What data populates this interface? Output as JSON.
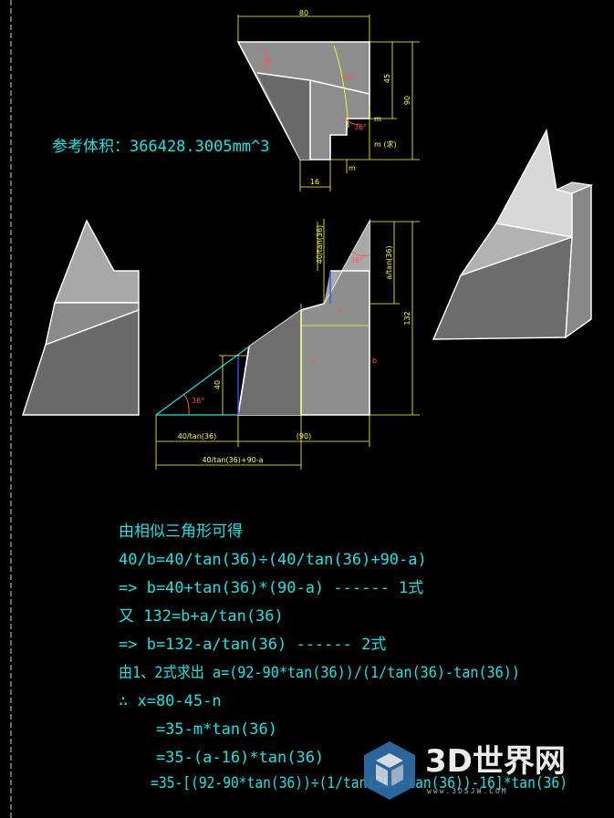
{
  "top_view": {
    "dims": {
      "width": "80",
      "h45": "45",
      "h90": "90",
      "m_right": "m",
      "m_paren": "m (求)",
      "m_bottom": "m",
      "w16": "16"
    },
    "angles": {
      "a1": "36°",
      "a2": "45°",
      "a3": "36°"
    }
  },
  "volume_text": "参考体积：366428.3005mm^3",
  "front_view": {
    "dims": {
      "h132": "132",
      "label_40_tan": "40/tan(36)",
      "label_a_tan": "a/tan(36)",
      "label_40": "40",
      "label_b": "b",
      "label_a": "a",
      "label_x": "x",
      "bottom_40tan": "40/tan(36)",
      "bottom_90": "(90)",
      "bottom_total": "40/tan(36)+90-a"
    },
    "angles": {
      "left": "36°",
      "top": "36°"
    }
  },
  "derivation": {
    "lines": [
      "由相似三角形可得",
      "40/b=40/tan(36)÷(40/tan(36)+90-a)",
      "=>  b=40+tan(36)*(90-a)   ------ 1式",
      "又  132=b+a/tan(36)",
      "=>  b=132-a/tan(36)       ------ 2式",
      "由1、2式求出  a=(92-90*tan(36))/(1/tan(36)-tan(36))",
      "∴ x=80-45-n",
      "    =35-m*tan(36)",
      "    =35-(a-16)*tan(36)",
      "    =35-[(92-90*tan(36))÷(1/tan(36)-tan(36))-16]*tan(36)"
    ]
  },
  "watermark": {
    "brand": "3D世界网",
    "url": "www.3DSJW.COM"
  },
  "colors": {
    "background": "#000000",
    "text": "#22e0e0",
    "dimension": "#ffff33",
    "annotation": "#ff5555",
    "edge": "#ffffff"
  }
}
